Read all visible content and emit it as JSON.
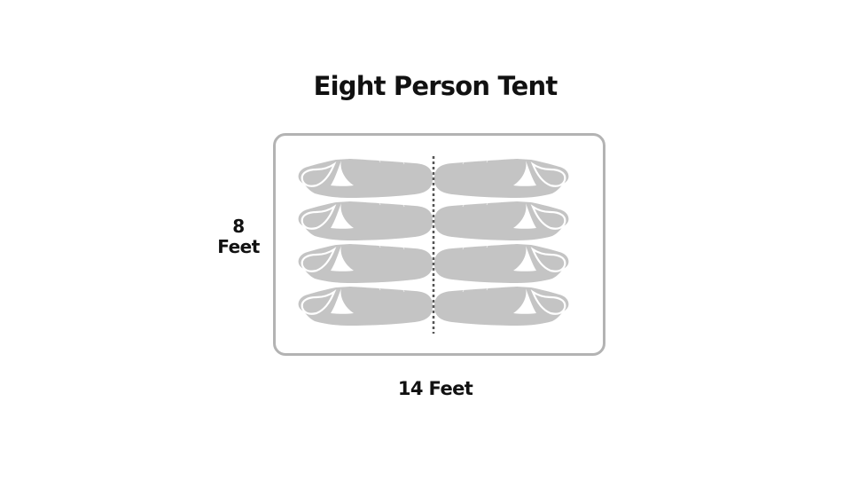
{
  "diagram": {
    "title": "Eight Person Tent",
    "width_label": "14 Feet",
    "depth_label_number": "8",
    "depth_label_unit": "Feet",
    "sleeping_bags": {
      "count": 8,
      "rows": 4,
      "columns": 2,
      "layout": "two columns head-to-foot facing outward, separated by dashed center line",
      "color": "#c4c4c4"
    },
    "colors": {
      "tent_border": "#b3b3b3",
      "divider": "#555555",
      "text": "#111111",
      "background": "#ffffff"
    }
  }
}
